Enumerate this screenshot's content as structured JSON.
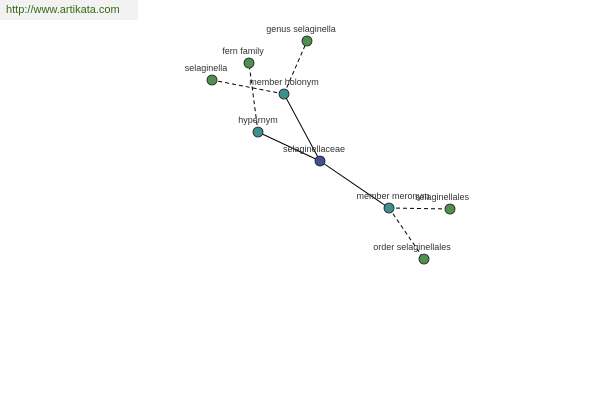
{
  "watermark": "http://www.artikata.com",
  "colors": {
    "center": "#3f4f9a",
    "relation": "#3f8f8f",
    "leaf": "#4f8f4f",
    "stroke": "#222222",
    "edge": "#000000"
  },
  "nodes": [
    {
      "id": "selaginellaceae",
      "label": "selaginellaceae",
      "kind": "center"
    },
    {
      "id": "member-holonym",
      "label": "member holonym",
      "kind": "relation"
    },
    {
      "id": "hypernym",
      "label": "hypernym",
      "kind": "relation"
    },
    {
      "id": "member-meronym",
      "label": "member meronym",
      "kind": "relation"
    },
    {
      "id": "genus-selaginella",
      "label": "genus selaginella",
      "kind": "leaf"
    },
    {
      "id": "fern-family",
      "label": "fern family",
      "kind": "leaf"
    },
    {
      "id": "selaginella",
      "label": "selaginella",
      "kind": "leaf"
    },
    {
      "id": "selaginellales",
      "label": "selaginellales",
      "kind": "leaf"
    },
    {
      "id": "order-selaginellales",
      "label": "order selaginellales",
      "kind": "leaf"
    }
  ],
  "edges": [
    {
      "from": "selaginellaceae",
      "to": "member-holonym",
      "style": "solid"
    },
    {
      "from": "selaginellaceae",
      "to": "hypernym",
      "style": "solid"
    },
    {
      "from": "selaginellaceae",
      "to": "member-meronym",
      "style": "solid"
    },
    {
      "from": "member-holonym",
      "to": "genus-selaginella",
      "style": "dashed"
    },
    {
      "from": "member-holonym",
      "to": "selaginella",
      "style": "dashed"
    },
    {
      "from": "hypernym",
      "to": "fern-family",
      "style": "dashed"
    },
    {
      "from": "member-meronym",
      "to": "selaginellales",
      "style": "dashed"
    },
    {
      "from": "member-meronym",
      "to": "order-selaginellales",
      "style": "dashed"
    }
  ]
}
